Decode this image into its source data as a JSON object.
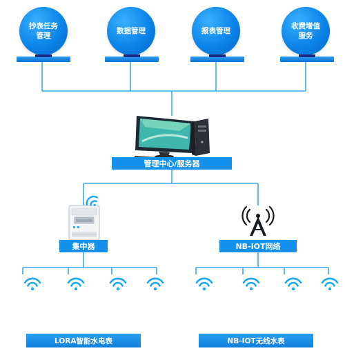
{
  "top_nodes": [
    {
      "label": "抄表任务\n管理"
    },
    {
      "label": "数据管理"
    },
    {
      "label": "报表管理"
    },
    {
      "label": "收费增值\n服务"
    }
  ],
  "center": {
    "label": "管理中心/服务器"
  },
  "mid_nodes": [
    {
      "label": "集中器"
    },
    {
      "label": "NB-IOT网络"
    }
  ],
  "bottom_nodes": [
    {
      "label": "LORA智能水电表"
    },
    {
      "label": "NB-IOT无线水表"
    }
  ],
  "colors": {
    "accent": "#1391ec",
    "line": "#3aa8f0",
    "wifi": "#1aa6f0"
  },
  "icons": [
    "server-computer-icon",
    "meter-icon",
    "antenna-icon",
    "wifi-icon"
  ]
}
